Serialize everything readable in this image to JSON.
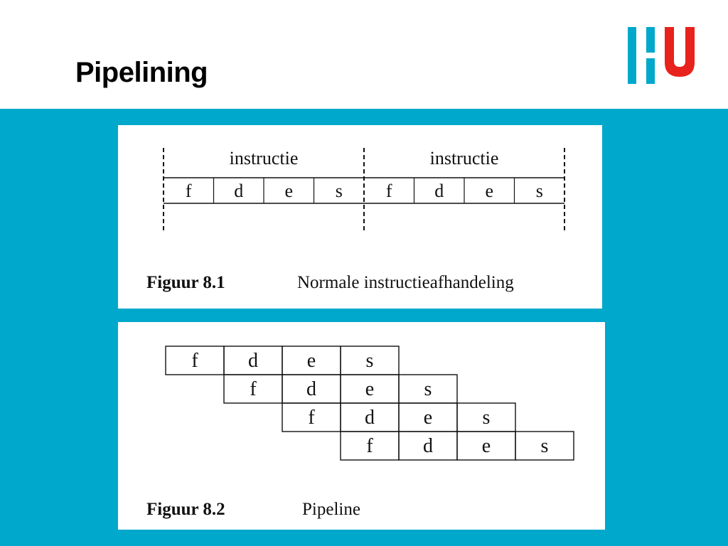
{
  "header": {
    "title": "Pipelining",
    "logo_colors": {
      "blue": "#00a8cc",
      "red": "#e8221c"
    }
  },
  "colors": {
    "band": "#00a8cc",
    "panel": "#ffffff",
    "ink": "#111111"
  },
  "figure1": {
    "group_labels": [
      "instructie",
      "instructie"
    ],
    "stages": [
      "f",
      "d",
      "e",
      "s",
      "f",
      "d",
      "e",
      "s"
    ],
    "caption_label": "Figuur 8.1",
    "caption_text": "Normale instructieafhandeling"
  },
  "figure2": {
    "rows": [
      {
        "offset": 0,
        "stages": [
          "f",
          "d",
          "e",
          "s"
        ]
      },
      {
        "offset": 1,
        "stages": [
          "f",
          "d",
          "e",
          "s"
        ]
      },
      {
        "offset": 2,
        "stages": [
          "f",
          "d",
          "e",
          "s"
        ]
      },
      {
        "offset": 3,
        "stages": [
          "f",
          "d",
          "e",
          "s"
        ]
      }
    ],
    "caption_label": "Figuur 8.2",
    "caption_text": "Pipeline"
  }
}
